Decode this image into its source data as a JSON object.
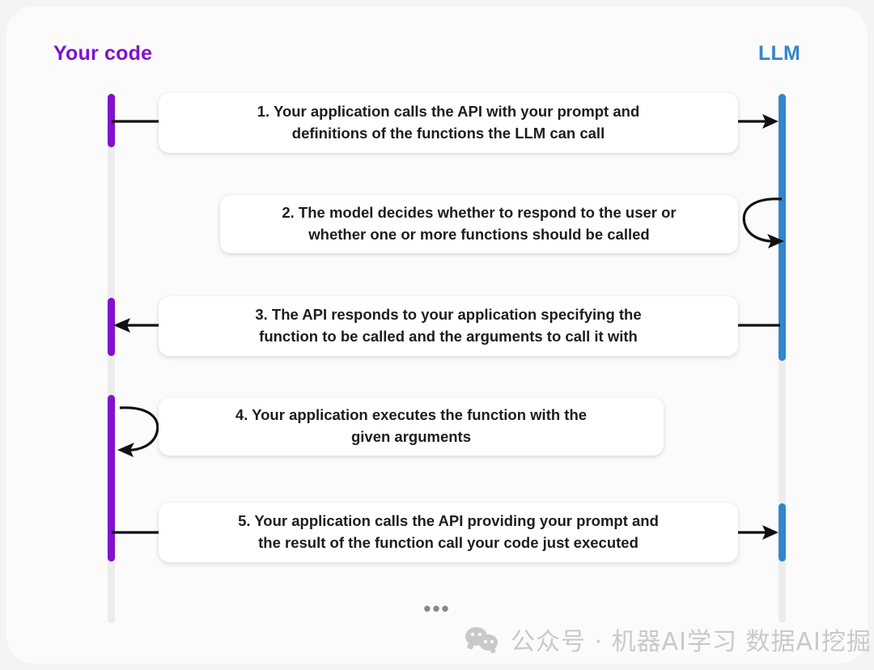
{
  "diagram": {
    "title_left": "Your code",
    "title_right": "LLM",
    "ellipsis": "•••",
    "colors": {
      "left_actor": "#8211cc",
      "right_actor": "#3286cd",
      "lifeline_inactive": "#ececec",
      "arrow": "#111111",
      "box_background": "#ffffff",
      "card_background": "#fbfbfb",
      "page_background": "#f4f4f4"
    },
    "steps": [
      {
        "number": "1.",
        "text": "1. Your application calls the API with your prompt and\ndefinitions of the functions the LLM can call",
        "direction": "left-to-right"
      },
      {
        "number": "2.",
        "text": "2. The model decides whether to respond to the user or\nwhether one or more functions should be called",
        "direction": "self-loop-right"
      },
      {
        "number": "3.",
        "text": "3. The API responds to your application specifying the\nfunction to be called and the arguments to call it with",
        "direction": "right-to-left"
      },
      {
        "number": "4.",
        "text": "4. Your application executes the function with the\ngiven  arguments",
        "direction": "self-loop-left"
      },
      {
        "number": "5.",
        "text": "5. Your application calls the API providing your prompt and\nthe result of the function call your code just executed",
        "direction": "left-to-right"
      }
    ]
  },
  "watermark": {
    "text": "公众号 · 机器AI学习 数据AI挖掘",
    "icon": "wechat-icon"
  }
}
